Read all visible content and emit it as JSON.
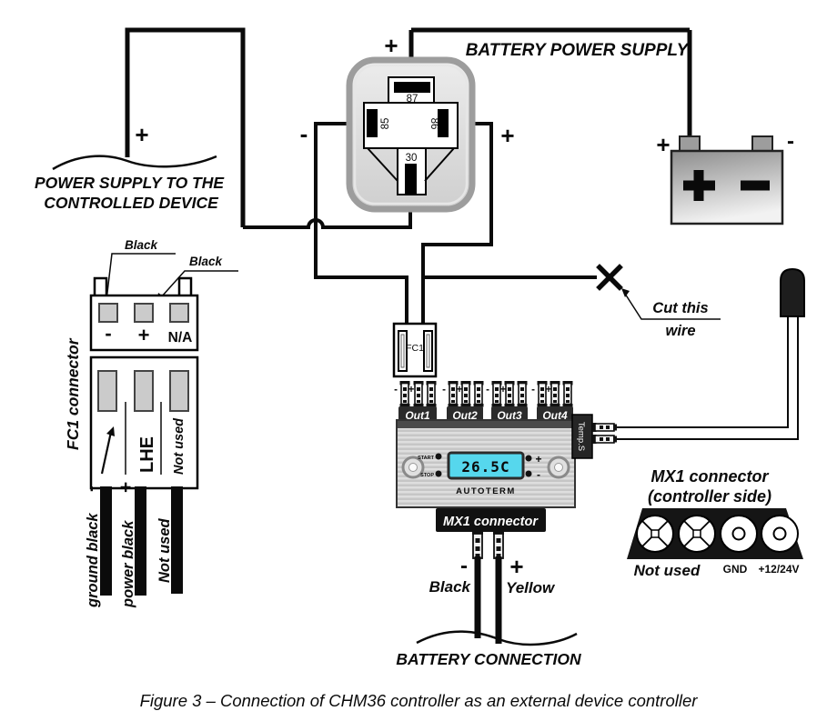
{
  "top": {
    "battery_power_supply": "BATTERY POWER SUPPLY",
    "relay_coil_plus": "+",
    "battery_terminal_plus": "+",
    "battery_terminal_minus": "-"
  },
  "left": {
    "plus": "+",
    "line1": "POWER SUPPLY TO THE",
    "line2": "CONTROLLED DEVICE"
  },
  "relay": {
    "pin87": "87",
    "pin85": "85",
    "pin86": "86",
    "pin30": "30",
    "minus85": "-",
    "plus86": "+"
  },
  "fc1": {
    "title": "FC1 connector",
    "black1": "Black",
    "black2": "Black",
    "minus": "-",
    "plus": "+",
    "na": "N/A",
    "lhe": "LHE",
    "col_not_used": "Not used",
    "w1_sign": "-",
    "w1": "ground black",
    "w2_sign": "+",
    "w2": "power black",
    "w3": "Not used"
  },
  "plug": {
    "label": "FC1"
  },
  "cut": {
    "line1": "Cut this",
    "line2": "wire"
  },
  "ctrl": {
    "out1": "Out1",
    "out2": "Out2",
    "out3": "Out3",
    "out4": "Out4",
    "minus": "-",
    "plus": "+",
    "temp": "Temp.S",
    "start": "START",
    "stop": "STOP",
    "display": "26.5C",
    "brand": "AUTOTERM",
    "btn_plus": "+",
    "btn_minus": "-",
    "mx1": "MX1 connector"
  },
  "bottom": {
    "minus": "-",
    "black": "Black",
    "plus": "+",
    "yellow": "Yellow",
    "battery_connection": "BATTERY CONNECTION"
  },
  "mx1side": {
    "title1": "MX1 connector",
    "title2": "(controller side)",
    "not_used": "Not used",
    "gnd": "GND",
    "v": "+12/24V"
  },
  "caption": "Figure 3 – Connection of CHM36 controller as an external device controller",
  "colors": {
    "lcd_bg": "#56d7ed",
    "lcd_text": "#1d8fad",
    "wire": "#0a0a0a"
  }
}
